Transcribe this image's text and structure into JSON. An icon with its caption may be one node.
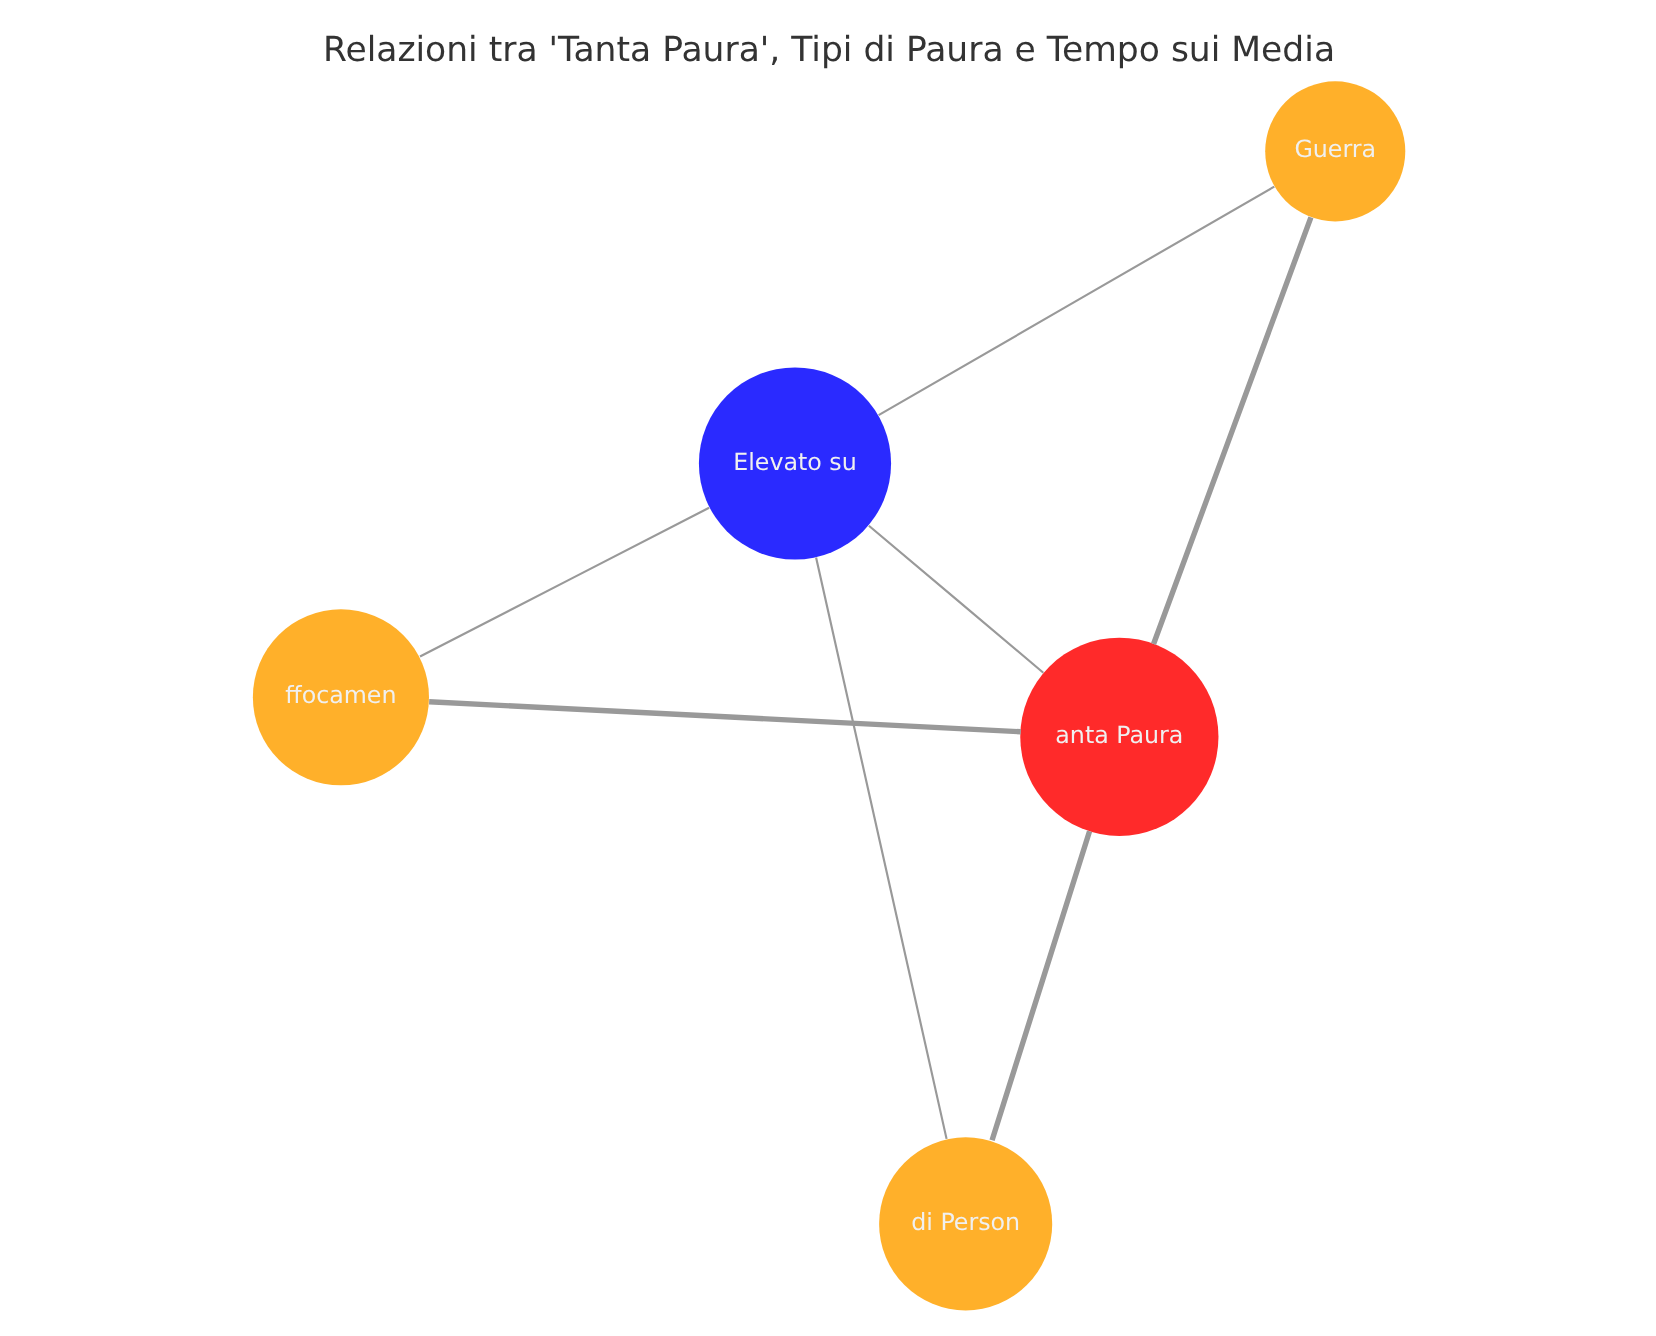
{
  "diagram": {
    "title": "Relazioni tra 'Tanta Paura', Tipi di Paura e Tempo sui Media",
    "nodes": [
      {
        "text": [
          "ffocamen"
        ]
      },
      {
        "text": [
          "anta Paura"
        ]
      },
      {
        "text": [
          "di Person"
        ]
      },
      {
        "text": [
          "Elevato su"
        ]
      },
      {
        "text": [
          "Guerra"
        ]
      }
    ],
    "edges": [
      {
        "from": 1,
        "to": 0,
        "arrow": "none",
        "style": "thick"
      },
      {
        "from": 1,
        "to": 2,
        "arrow": "none",
        "style": "thick"
      },
      {
        "from": 1,
        "to": 4,
        "arrow": "none",
        "style": "thick"
      },
      {
        "from": 1,
        "to": 3,
        "arrow": "none"
      },
      {
        "from": 0,
        "to": 3,
        "arrow": "none"
      },
      {
        "from": 2,
        "to": 3,
        "arrow": "none"
      },
      {
        "from": 4,
        "to": 3,
        "arrow": "none"
      }
    ]
  }
}
